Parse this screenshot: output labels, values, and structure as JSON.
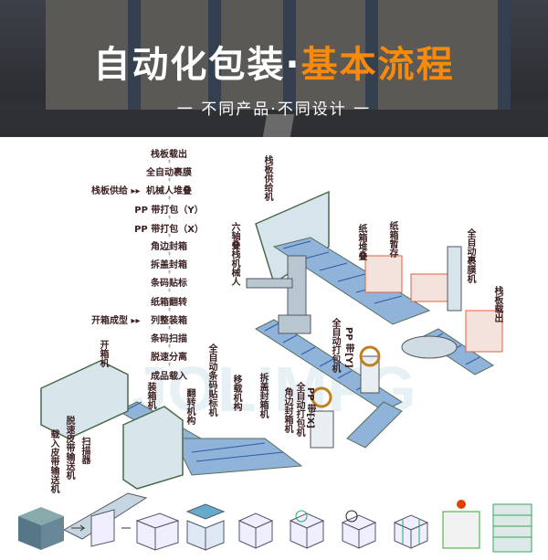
{
  "header": {
    "title_main": "自动化包装·",
    "title_highlight": "基本流程",
    "subtitle": "一 不同产品·不同设计 一",
    "accent_color": "#f78a0c"
  },
  "flow_steps": [
    "栈板载出",
    "全自动裹膜",
    "机械人堆叠",
    "PP 带打包（Y）",
    "PP 带打包（X）",
    "角边封箱",
    "拆盖封箱",
    "条码贴标",
    "纸箱翻转",
    "列整装箱",
    "条码扫描",
    "脱速分离",
    "成品载入"
  ],
  "flow_arrow": "⇞",
  "side_labels": {
    "pallet_supply": "栈板供给 ▸▸",
    "box_forming": "开箱成型 ▸▸"
  },
  "machine_labels": {
    "pallet_feeder": "栈板供给机",
    "robot": "六轴叠栈机械人",
    "carton_stack": "纸箱堆叠",
    "carton_buffer": "纸箱暂存",
    "wrapper": "全自动裹膜机",
    "pallet_out": "栈板载出",
    "strap_y": "PP 带[Y]",
    "strapper_y": "全自动打包机",
    "box_opener": "开箱机",
    "case_packer": "装箱机",
    "flipper": "翻转机构",
    "labeler": "全自动条码贴标机",
    "transfer": "移载机构",
    "top_sealer": "拆盖封箱机",
    "corner_sealer": "角边封箱机",
    "strapper_x": "全自动打包机",
    "strap_x": "PP 带[X]",
    "infeed": "载入皮带输送机",
    "accel_belt": "脱速皮带输送机",
    "scanner": "扫描器"
  },
  "watermark": "JOLIMFG",
  "process_icons": [
    "product-pack",
    "blank-carton",
    "open-box",
    "filled-box",
    "closed-box",
    "taped-box",
    "strapped-box",
    "strapped-box-x",
    "stacked-pallet",
    "wrapped-pallet"
  ]
}
